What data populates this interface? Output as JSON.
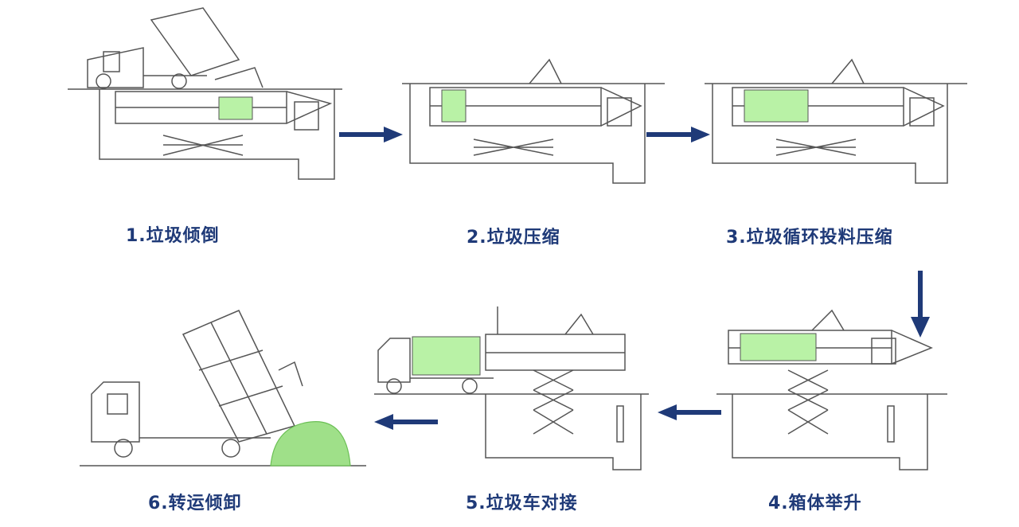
{
  "colors": {
    "arrow": "#1f3a78",
    "caption": "#1f3a78",
    "line": "#555555",
    "green_box": "#b9f2a6",
    "garbage_pile": "#9fe089"
  },
  "steps": [
    {
      "label": "1.垃圾倾倒"
    },
    {
      "label": "2.垃圾压缩"
    },
    {
      "label": "3.垃圾循环投料压缩"
    },
    {
      "label": "4.箱体举升"
    },
    {
      "label": "5.垃圾车对接"
    },
    {
      "label": "6.转运倾卸"
    }
  ]
}
